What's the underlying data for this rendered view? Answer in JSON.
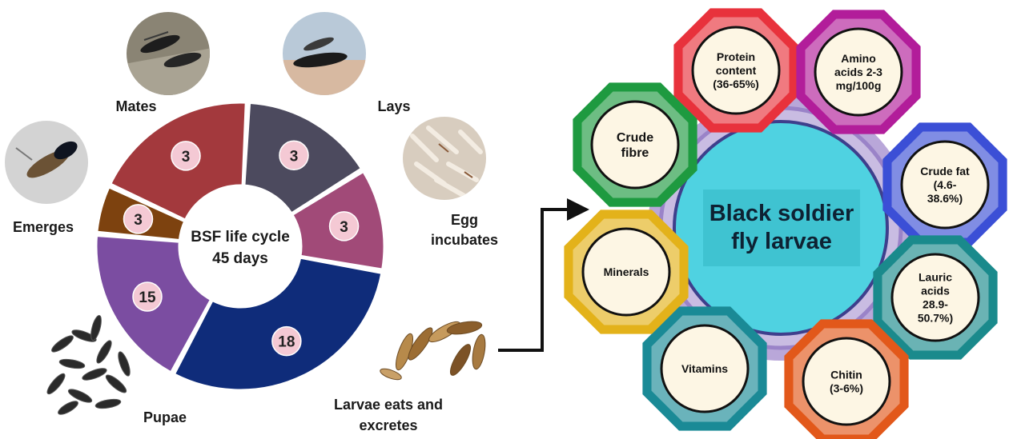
{
  "cycle": {
    "center_line1": "BSF life cycle",
    "center_line2": "45 days",
    "segments": [
      {
        "days": "3",
        "color": "#a3393d"
      },
      {
        "days": "3",
        "color": "#4c4a5e"
      },
      {
        "days": "3",
        "color": "#a14a78"
      },
      {
        "days": "18",
        "color": "#0f2c7a"
      },
      {
        "days": "15",
        "color": "#7b4da1"
      },
      {
        "days": "3",
        "color": "#7d420f"
      }
    ],
    "stages": {
      "mates": "Mates",
      "lays": "Lays",
      "egg_line1": "Egg",
      "egg_line2": "incubates",
      "emerges": "Emerges",
      "pupae": "Pupae",
      "larvae_line1": "Larvae eats and",
      "larvae_line2": "excretes"
    }
  },
  "larvae": {
    "title_line1": "Black soldier",
    "title_line2": "fly larvae",
    "nutrients": [
      {
        "lines": [
          "Protein",
          "content",
          "(36-65%)"
        ],
        "color": "#e8323c"
      },
      {
        "lines": [
          "Amino",
          "acids 2-3",
          "mg/100g"
        ],
        "color": "#b21d9a"
      },
      {
        "lines": [
          "Crude fat",
          "(4.6-",
          "38.6%)"
        ],
        "color": "#3b4fd6"
      },
      {
        "lines": [
          "Lauric",
          "acids",
          "28.9-",
          "50.7%)"
        ],
        "color": "#1a8a8c"
      },
      {
        "lines": [
          "Chitin",
          "(3-6%)"
        ],
        "color": "#e2581a"
      },
      {
        "lines": [
          "Vitamins"
        ],
        "color": "#1a8a96"
      },
      {
        "lines": [
          "Minerals"
        ],
        "color": "#e3b21a"
      },
      {
        "lines": [
          "Crude",
          "fibre"
        ],
        "color": "#1e9a40"
      }
    ]
  }
}
